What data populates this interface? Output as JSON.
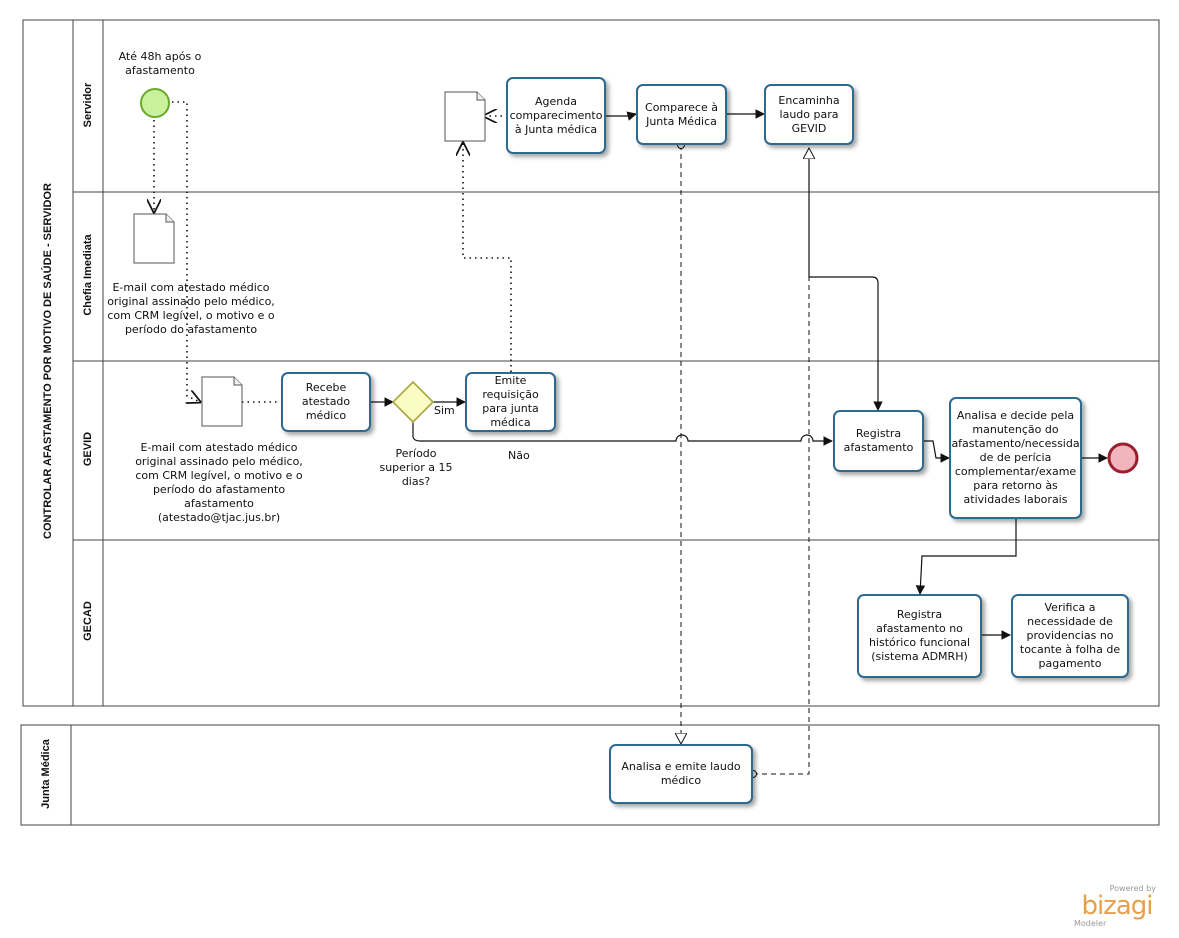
{
  "pools": {
    "main_title": "CONTROLAR AFASTAMENTO POR MOTIVO DE SAÚDE - SERVIDOR",
    "lanes": [
      "Servidor",
      "Chefia Imediata",
      "GEVID",
      "GECAD"
    ],
    "second_pool": "Junta Médica"
  },
  "events": {
    "start_label": "Até 48h após o afastamento"
  },
  "tasks": {
    "agenda": "Agenda comparecimento à Junta médica",
    "comparece": "Comparece à Junta Médica",
    "encaminha": "Encaminha laudo para GEVID",
    "recebe": "Recebe atestado médico",
    "emite_req": "Emite requisição para junta médica",
    "registra": "Registra afastamento",
    "analisa_decide": "Analisa e decide pela manutenção do afastamento/necessida de de perícia complementar/exame para retorno às atividades laborais",
    "registra_hist": "Registra afastamento no histórico funcional (sistema ADMRH)",
    "verifica": "Verifica a necessidade de providencias no tocante à folha de pagamento",
    "analisa_laudo": "Analisa  e emite laudo médico"
  },
  "gateway": {
    "question": "Período superior a 15 dias?",
    "yes": "Sim",
    "no": "Não"
  },
  "artifacts": {
    "email_chefia": "E-mail com atestado médico original assinado pelo médico, com CRM legível, o motivo e o período do afastamento",
    "email_gevid": "E-mail com atestado médico original assinado pelo médico, com CRM legível, o motivo e o período do afastamento afastamento (atestado@tjac.jus.br)"
  },
  "branding": {
    "powered": "Powered by",
    "name": "bizagi",
    "product": "Modeler"
  },
  "colors": {
    "task_border": "#2c6a8f",
    "start_fill": "#c9f09a",
    "start_stroke": "#6aaa2a",
    "end_fill": "#f3b5bd",
    "end_stroke": "#9a1f2c",
    "gateway_fill": "#fbfbc4",
    "gateway_stroke": "#a8a640"
  }
}
